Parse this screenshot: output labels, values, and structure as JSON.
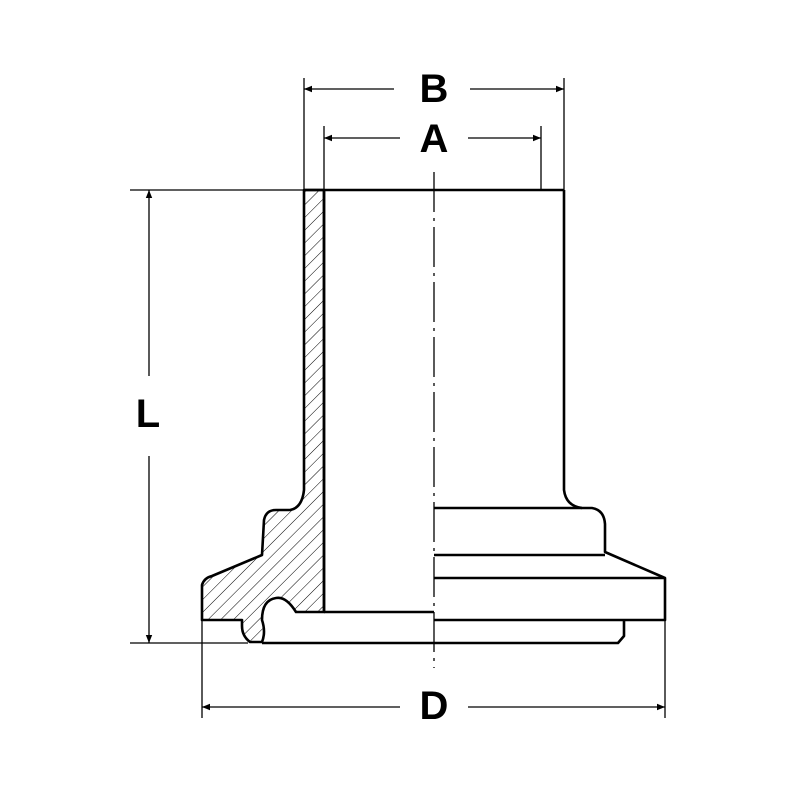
{
  "drawing": {
    "subject": "sanitary clamp ferrule, half-section",
    "line_color": "#000000",
    "background_color": "#ffffff"
  },
  "dimensions": {
    "B": {
      "label": "B",
      "description": "outer diameter of tube"
    },
    "A": {
      "label": "A",
      "description": "inner diameter of tube"
    },
    "L": {
      "label": "L",
      "description": "overall length"
    },
    "D": {
      "label": "D",
      "description": "flange outer diameter"
    }
  }
}
